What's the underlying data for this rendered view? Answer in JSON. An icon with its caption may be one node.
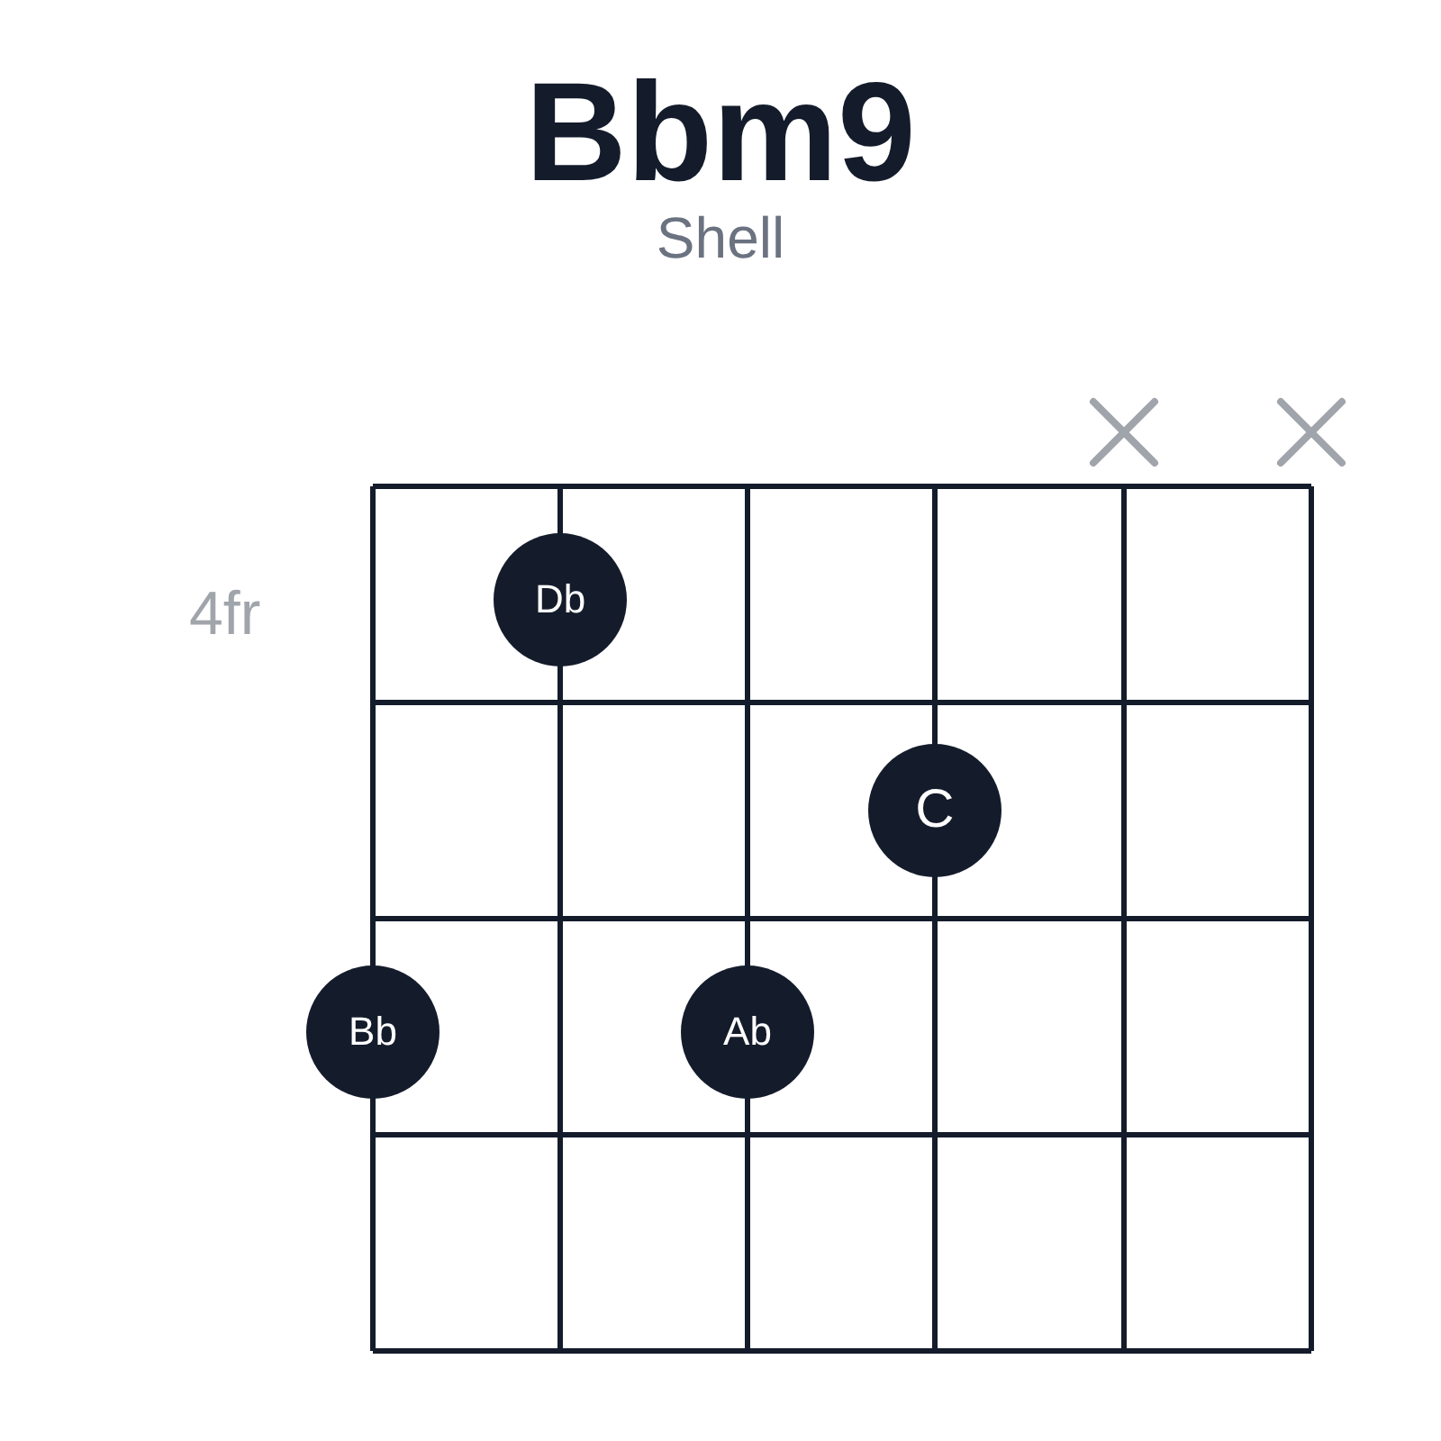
{
  "diagram": {
    "title": "Bbm9",
    "caption": "Shell",
    "nodes": [
      {
        "text": [
          "Db"
        ]
      },
      {
        "text": [
          "C"
        ]
      },
      {
        "text": [
          "Bb"
        ]
      },
      {
        "text": [
          "Ab"
        ]
      }
    ],
    "labels": [
      "4fr"
    ]
  }
}
